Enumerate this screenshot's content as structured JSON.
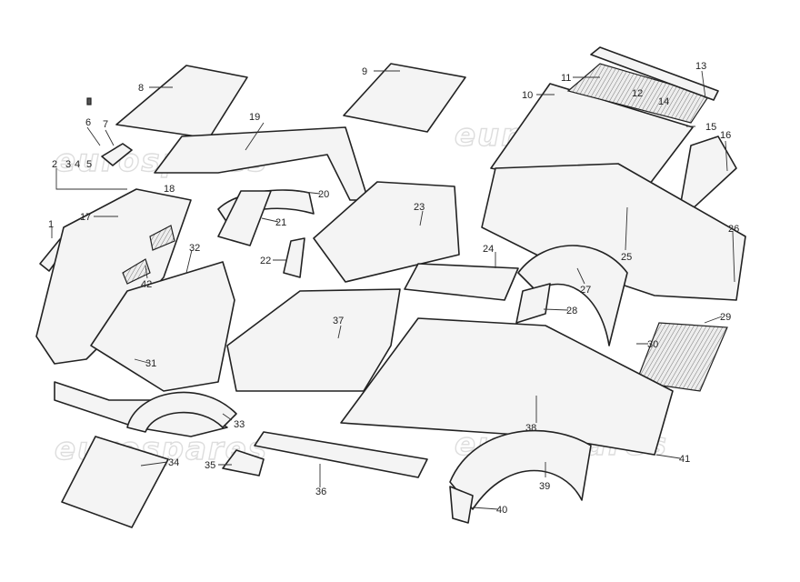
{
  "watermark": "eurospares",
  "labels": [
    "1",
    "2",
    "3",
    "4",
    "5",
    "6",
    "7",
    "8",
    "9",
    "10",
    "11",
    "12",
    "13",
    "14",
    "15",
    "16",
    "17",
    "18",
    "19",
    "20",
    "21",
    "22",
    "23",
    "24",
    "25",
    "26",
    "27",
    "28",
    "29",
    "30",
    "31",
    "32",
    "33",
    "34",
    "35",
    "36",
    "37",
    "38",
    "39",
    "40",
    "41",
    "42"
  ]
}
